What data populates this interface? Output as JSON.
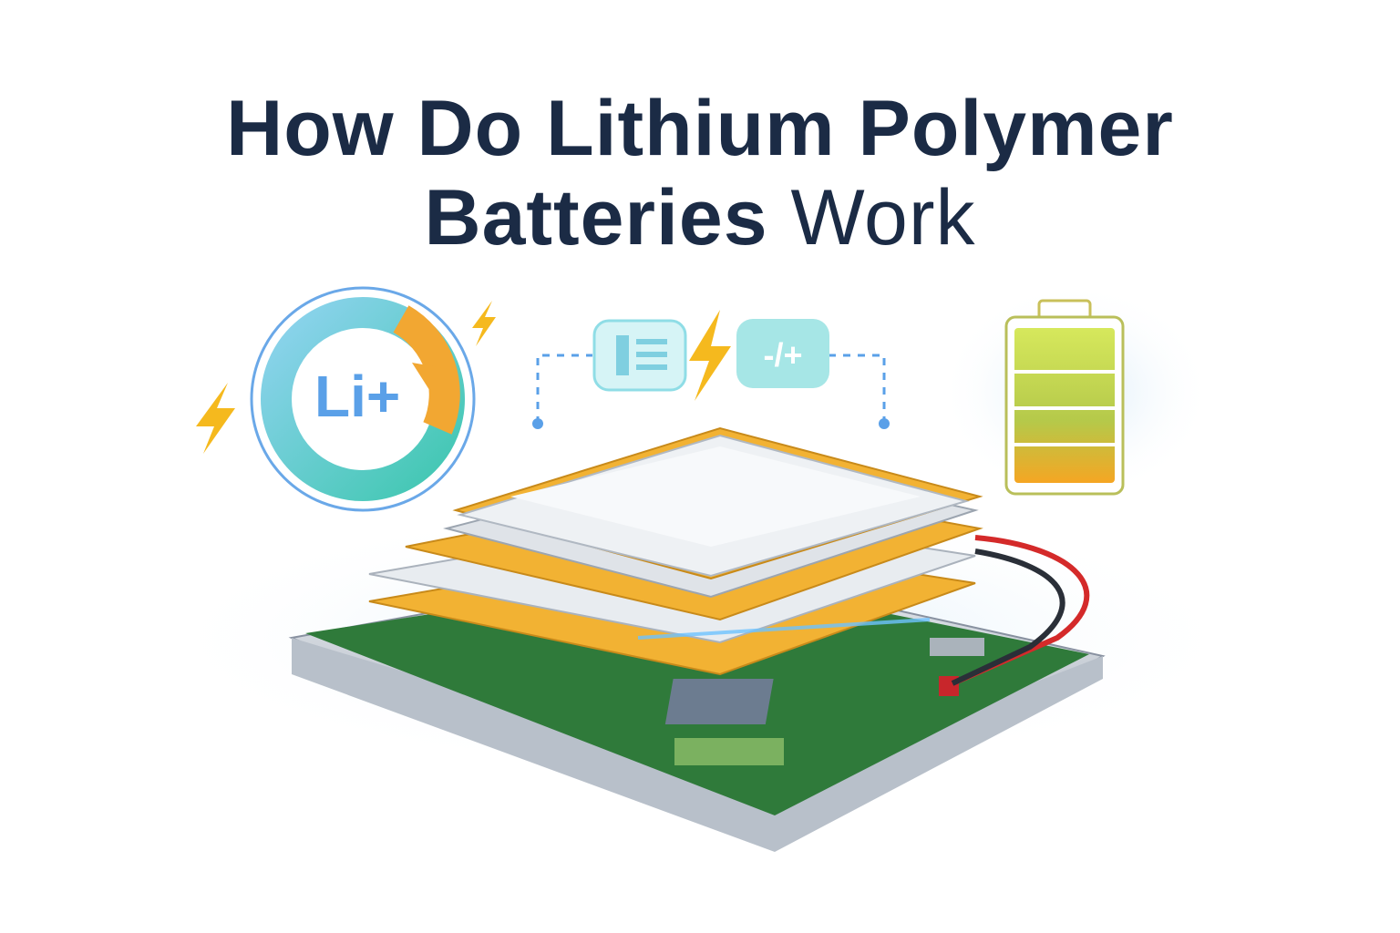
{
  "title": {
    "line1": "How Do Lithium Polymer",
    "line2_bold": "Batteries",
    "line2_light": "Work"
  },
  "ion_icon": {
    "label": "Li+"
  },
  "colors": {
    "title": "#1b2b45",
    "accent_blue": "#5aa0e8",
    "lightning": "#f5b91e",
    "pouch": "#e8ecf0",
    "foil": "#f2b233",
    "pcb": "#2f7a3a",
    "battery_green": "#b8d44a",
    "battery_orange": "#f5a623"
  },
  "battery_level": {
    "segments_total": 4,
    "segments_filled": 4
  }
}
